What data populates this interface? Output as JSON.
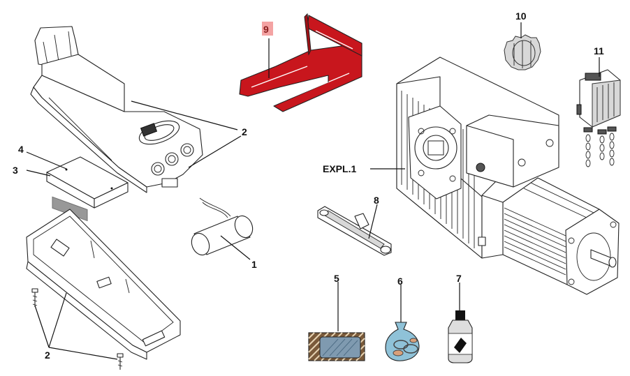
{
  "labels": {
    "l1": "1",
    "l2a": "2",
    "l2b": "2",
    "l3": "3",
    "l4": "4",
    "l5": "5",
    "l6": "6",
    "l7": "7",
    "l8": "8",
    "l9": "9",
    "l10": "10",
    "l11": "11",
    "expl": "EXPL.1"
  },
  "colors": {
    "highlight_part": "#c8161d",
    "highlight_label_bg": "#f4a3a3",
    "outline": "#222222"
  }
}
